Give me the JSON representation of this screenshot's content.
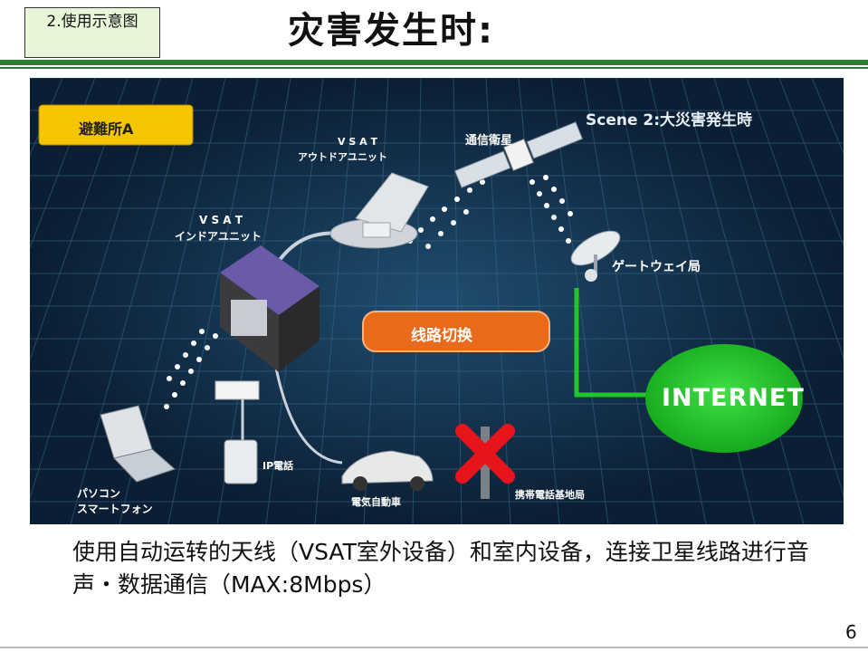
{
  "header": {
    "section_tag": "2.使用示意图",
    "title": "灾害发生时:"
  },
  "scene": {
    "scene_title": "Scene 2:大災害発生時",
    "shelter_label": "避難所A",
    "vsat_outdoor_line1": "V S A T",
    "vsat_outdoor_line2": "アウトドアユニット",
    "satellite_label": "通信衛星",
    "vsat_indoor_line1": "V S A T",
    "vsat_indoor_line2": "インドアユニット",
    "gateway_label": "ゲートウェイ局",
    "switch_label": "线路切换",
    "internet_label": "INTERNET",
    "ip_phone_label": "IP電話",
    "ev_label": "電気自動車",
    "base_station_label": "携帯電話基地局",
    "pc_line1": "パソコン",
    "pc_line2": "スマートフォン",
    "colors": {
      "background": "#0b1e33",
      "grid": "#3a6d8f",
      "internet_green": "#22c52a",
      "switch_orange": "#e86a1a",
      "shelter_yellow": "#f5c500",
      "cross_red": "#e8141c"
    }
  },
  "caption": "使用自动运转的天线（VSAT室外设备）和室内设备，连接卫星线路进行音声・数据通信（MAX:8Mbps）",
  "page_number": "6"
}
